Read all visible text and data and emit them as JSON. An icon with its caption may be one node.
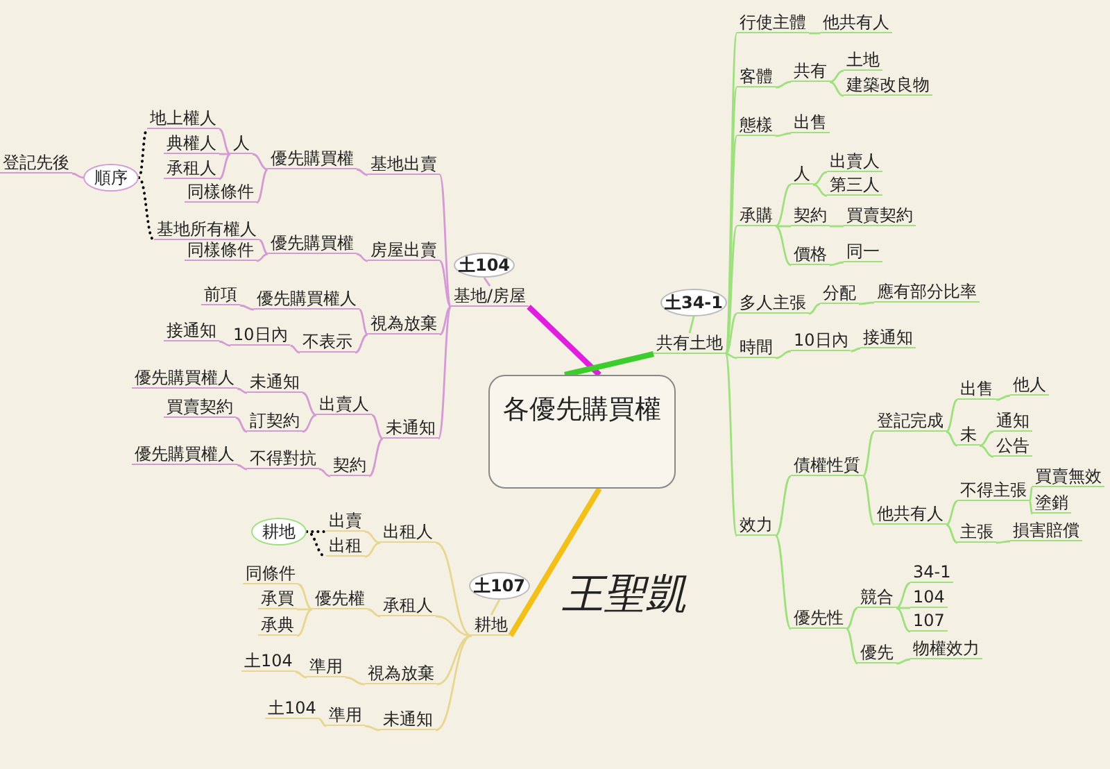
{
  "diagram": {
    "nodes": [
      {
        "text": [
          "各優先購買權"
        ]
      },
      {
        "text": [
          "基地/房屋"
        ]
      },
      {
        "text": [
          "土104"
        ]
      },
      {
        "text": [
          "基地出賣"
        ]
      },
      {
        "text": [
          "優先購買權"
        ]
      },
      {
        "text": [
          "人"
        ]
      },
      {
        "text": [
          "地上權人"
        ]
      },
      {
        "text": [
          "典權人"
        ]
      },
      {
        "text": [
          "承租人"
        ]
      },
      {
        "text": [
          "同樣條件"
        ]
      },
      {
        "text": [
          "房屋出賣"
        ]
      },
      {
        "text": [
          "優先購買權"
        ]
      },
      {
        "text": [
          "基地所有權人"
        ]
      },
      {
        "text": [
          "同樣條件"
        ]
      },
      {
        "text": [
          "視為放棄"
        ]
      },
      {
        "text": [
          "優先購買權人"
        ]
      },
      {
        "text": [
          "前項"
        ]
      },
      {
        "text": [
          "不表示"
        ]
      },
      {
        "text": [
          "10日內"
        ]
      },
      {
        "text": [
          "接通知"
        ]
      },
      {
        "text": [
          "未通知"
        ]
      },
      {
        "text": [
          "出賣人"
        ]
      },
      {
        "text": [
          "未通知"
        ]
      },
      {
        "text": [
          "優先購買權人"
        ]
      },
      {
        "text": [
          "訂契約"
        ]
      },
      {
        "text": [
          "買賣契約"
        ]
      },
      {
        "text": [
          "契約"
        ]
      },
      {
        "text": [
          "不得對抗"
        ]
      },
      {
        "text": [
          "優先購買權人"
        ]
      },
      {
        "text": [
          "順序"
        ]
      },
      {
        "text": [
          "登記先後"
        ]
      },
      {
        "text": [
          "耕地"
        ]
      },
      {
        "text": [
          "土107"
        ]
      },
      {
        "text": [
          "出租人"
        ]
      },
      {
        "text": [
          "出賣"
        ]
      },
      {
        "text": [
          "出租"
        ]
      },
      {
        "text": [
          "耕地"
        ]
      },
      {
        "text": [
          "承租人"
        ]
      },
      {
        "text": [
          "優先權"
        ]
      },
      {
        "text": [
          "同條件"
        ]
      },
      {
        "text": [
          "承買"
        ]
      },
      {
        "text": [
          "承典"
        ]
      },
      {
        "text": [
          "視為放棄"
        ]
      },
      {
        "text": [
          "準用"
        ]
      },
      {
        "text": [
          "土104"
        ]
      },
      {
        "text": [
          "未通知"
        ]
      },
      {
        "text": [
          "準用"
        ]
      },
      {
        "text": [
          "土104"
        ]
      },
      {
        "text": [
          "共有土地"
        ]
      },
      {
        "text": [
          "土34-1"
        ]
      },
      {
        "text": [
          "行使主體"
        ]
      },
      {
        "text": [
          "他共有人"
        ]
      },
      {
        "text": [
          "客體"
        ]
      },
      {
        "text": [
          "共有"
        ]
      },
      {
        "text": [
          "土地"
        ]
      },
      {
        "text": [
          "建築改良物"
        ]
      },
      {
        "text": [
          "態樣"
        ]
      },
      {
        "text": [
          "出售"
        ]
      },
      {
        "text": [
          "承購"
        ]
      },
      {
        "text": [
          "人"
        ]
      },
      {
        "text": [
          "出賣人"
        ]
      },
      {
        "text": [
          "第三人"
        ]
      },
      {
        "text": [
          "契約"
        ]
      },
      {
        "text": [
          "買賣契約"
        ]
      },
      {
        "text": [
          "價格"
        ]
      },
      {
        "text": [
          "同一"
        ]
      },
      {
        "text": [
          "多人主張"
        ]
      },
      {
        "text": [
          "分配"
        ]
      },
      {
        "text": [
          "應有部分比率"
        ]
      },
      {
        "text": [
          "時間"
        ]
      },
      {
        "text": [
          "10日內"
        ]
      },
      {
        "text": [
          "接通知"
        ]
      },
      {
        "text": [
          "效力"
        ]
      },
      {
        "text": [
          "債權性質"
        ]
      },
      {
        "text": [
          "登記完成"
        ]
      },
      {
        "text": [
          "出售"
        ]
      },
      {
        "text": [
          "他人"
        ]
      },
      {
        "text": [
          "未"
        ]
      },
      {
        "text": [
          "通知"
        ]
      },
      {
        "text": [
          "公告"
        ]
      },
      {
        "text": [
          "他共有人"
        ]
      },
      {
        "text": [
          "不得主張"
        ]
      },
      {
        "text": [
          "買賣無效"
        ]
      },
      {
        "text": [
          "塗銷"
        ]
      },
      {
        "text": [
          "主張"
        ]
      },
      {
        "text": [
          "損害賠償"
        ]
      },
      {
        "text": [
          "優先性"
        ]
      },
      {
        "text": [
          "競合"
        ]
      },
      {
        "text": [
          "34-1"
        ]
      },
      {
        "text": [
          "104"
        ]
      },
      {
        "text": [
          "107"
        ]
      },
      {
        "text": [
          "優先"
        ]
      },
      {
        "text": [
          "物權效力"
        ]
      }
    ],
    "edges": [
      {
        "from": 0,
        "to": 1,
        "arrow": "none",
        "style": "thick",
        "color": "#e01ee0"
      },
      {
        "from": 2,
        "to": 1,
        "arrow": "none",
        "color": "#d49ad4"
      },
      {
        "from": 1,
        "to": 3,
        "arrow": "none",
        "color": "#d49ad4"
      },
      {
        "from": 3,
        "to": 4,
        "arrow": "none",
        "color": "#d49ad4"
      },
      {
        "from": 4,
        "to": 5,
        "arrow": "none",
        "color": "#d49ad4"
      },
      {
        "from": 5,
        "to": 6,
        "arrow": "none",
        "color": "#d49ad4"
      },
      {
        "from": 5,
        "to": 7,
        "arrow": "none",
        "color": "#d49ad4"
      },
      {
        "from": 5,
        "to": 8,
        "arrow": "none",
        "color": "#d49ad4"
      },
      {
        "from": 4,
        "to": 9,
        "arrow": "none",
        "color": "#d49ad4"
      },
      {
        "from": 1,
        "to": 10,
        "arrow": "none",
        "color": "#d49ad4"
      },
      {
        "from": 10,
        "to": 11,
        "arrow": "none",
        "color": "#d49ad4"
      },
      {
        "from": 11,
        "to": 12,
        "arrow": "none",
        "color": "#d49ad4"
      },
      {
        "from": 11,
        "to": 13,
        "arrow": "none",
        "color": "#d49ad4"
      },
      {
        "from": 1,
        "to": 14,
        "arrow": "none",
        "color": "#d49ad4"
      },
      {
        "from": 14,
        "to": 15,
        "arrow": "none",
        "color": "#d49ad4"
      },
      {
        "from": 15,
        "to": 16,
        "arrow": "none",
        "color": "#d49ad4"
      },
      {
        "from": 14,
        "to": 17,
        "arrow": "none",
        "color": "#d49ad4"
      },
      {
        "from": 17,
        "to": 18,
        "arrow": "none",
        "color": "#d49ad4"
      },
      {
        "from": 18,
        "to": 19,
        "arrow": "none",
        "color": "#d49ad4"
      },
      {
        "from": 1,
        "to": 20,
        "arrow": "none",
        "color": "#d49ad4"
      },
      {
        "from": 20,
        "to": 21,
        "arrow": "none",
        "color": "#d49ad4"
      },
      {
        "from": 21,
        "to": 22,
        "arrow": "none",
        "color": "#d49ad4"
      },
      {
        "from": 22,
        "to": 23,
        "arrow": "none",
        "color": "#d49ad4"
      },
      {
        "from": 21,
        "to": 24,
        "arrow": "none",
        "color": "#d49ad4"
      },
      {
        "from": 24,
        "to": 25,
        "arrow": "none",
        "color": "#d49ad4"
      },
      {
        "from": 20,
        "to": 26,
        "arrow": "none",
        "color": "#d49ad4"
      },
      {
        "from": 26,
        "to": 27,
        "arrow": "none",
        "color": "#d49ad4"
      },
      {
        "from": 27,
        "to": 28,
        "arrow": "none",
        "color": "#d49ad4"
      },
      {
        "from": 29,
        "to": 6,
        "arrow": "none",
        "style": "dashed",
        "color": "#000000"
      },
      {
        "from": 29,
        "to": 12,
        "arrow": "none",
        "style": "dashed",
        "color": "#000000"
      },
      {
        "from": 29,
        "to": 30,
        "arrow": "none",
        "color": "#d49ad4"
      },
      {
        "from": 0,
        "to": 31,
        "arrow": "none",
        "style": "thick",
        "color": "#f2c018"
      },
      {
        "from": 32,
        "to": 31,
        "arrow": "none",
        "color": "#e8d690"
      },
      {
        "from": 31,
        "to": 33,
        "arrow": "none",
        "color": "#e8d690"
      },
      {
        "from": 33,
        "to": 34,
        "arrow": "none",
        "color": "#e8d690"
      },
      {
        "from": 33,
        "to": 35,
        "arrow": "none",
        "color": "#e8d690"
      },
      {
        "from": 36,
        "to": 34,
        "arrow": "none",
        "style": "dashed",
        "color": "#000000"
      },
      {
        "from": 36,
        "to": 35,
        "arrow": "none",
        "style": "dashed",
        "color": "#000000"
      },
      {
        "from": 31,
        "to": 37,
        "arrow": "none",
        "color": "#e8d690"
      },
      {
        "from": 37,
        "to": 38,
        "arrow": "none",
        "color": "#e8d690"
      },
      {
        "from": 38,
        "to": 39,
        "arrow": "none",
        "color": "#e8d690"
      },
      {
        "from": 38,
        "to": 40,
        "arrow": "none",
        "color": "#e8d690"
      },
      {
        "from": 38,
        "to": 41,
        "arrow": "none",
        "color": "#e8d690"
      },
      {
        "from": 31,
        "to": 42,
        "arrow": "none",
        "color": "#e8d690"
      },
      {
        "from": 42,
        "to": 43,
        "arrow": "none",
        "color": "#e8d690"
      },
      {
        "from": 43,
        "to": 44,
        "arrow": "none",
        "color": "#e8d690"
      },
      {
        "from": 31,
        "to": 45,
        "arrow": "none",
        "color": "#e8d690"
      },
      {
        "from": 45,
        "to": 46,
        "arrow": "none",
        "color": "#e8d690"
      },
      {
        "from": 46,
        "to": 47,
        "arrow": "none",
        "color": "#e8d690"
      },
      {
        "from": 0,
        "to": 48,
        "arrow": "none",
        "style": "thick",
        "color": "#3ccc2c"
      },
      {
        "from": 49,
        "to": 48,
        "arrow": "none"
      },
      {
        "from": 48,
        "to": 50,
        "arrow": "none"
      },
      {
        "from": 50,
        "to": 51,
        "arrow": "none"
      },
      {
        "from": 48,
        "to": 52,
        "arrow": "none"
      },
      {
        "from": 52,
        "to": 53,
        "arrow": "none"
      },
      {
        "from": 53,
        "to": 54,
        "arrow": "none"
      },
      {
        "from": 53,
        "to": 55,
        "arrow": "none"
      },
      {
        "from": 48,
        "to": 56,
        "arrow": "none"
      },
      {
        "from": 56,
        "to": 57,
        "arrow": "none"
      },
      {
        "from": 48,
        "to": 58,
        "arrow": "none"
      },
      {
        "from": 58,
        "to": 59,
        "arrow": "none"
      },
      {
        "from": 59,
        "to": 60,
        "arrow": "none"
      },
      {
        "from": 59,
        "to": 61,
        "arrow": "none"
      },
      {
        "from": 58,
        "to": 62,
        "arrow": "none"
      },
      {
        "from": 62,
        "to": 63,
        "arrow": "none"
      },
      {
        "from": 58,
        "to": 64,
        "arrow": "none"
      },
      {
        "from": 64,
        "to": 65,
        "arrow": "none"
      },
      {
        "from": 48,
        "to": 66,
        "arrow": "none"
      },
      {
        "from": 66,
        "to": 67,
        "arrow": "none"
      },
      {
        "from": 67,
        "to": 68,
        "arrow": "none"
      },
      {
        "from": 48,
        "to": 69,
        "arrow": "none"
      },
      {
        "from": 69,
        "to": 70,
        "arrow": "none"
      },
      {
        "from": 70,
        "to": 71,
        "arrow": "none"
      },
      {
        "from": 48,
        "to": 72,
        "arrow": "none"
      },
      {
        "from": 72,
        "to": 73,
        "arrow": "none"
      },
      {
        "from": 73,
        "to": 74,
        "arrow": "none"
      },
      {
        "from": 74,
        "to": 75,
        "arrow": "none"
      },
      {
        "from": 75,
        "to": 76,
        "arrow": "none"
      },
      {
        "from": 74,
        "to": 77,
        "arrow": "none"
      },
      {
        "from": 77,
        "to": 78,
        "arrow": "none"
      },
      {
        "from": 77,
        "to": 79,
        "arrow": "none"
      },
      {
        "from": 73,
        "to": 80,
        "arrow": "none"
      },
      {
        "from": 80,
        "to": 81,
        "arrow": "none"
      },
      {
        "from": 81,
        "to": 82,
        "arrow": "none"
      },
      {
        "from": 81,
        "to": 83,
        "arrow": "none"
      },
      {
        "from": 80,
        "to": 84,
        "arrow": "none"
      },
      {
        "from": 84,
        "to": 85,
        "arrow": "none"
      },
      {
        "from": 72,
        "to": 86,
        "arrow": "none"
      },
      {
        "from": 86,
        "to": 87,
        "arrow": "none"
      },
      {
        "from": 87,
        "to": 88,
        "arrow": "none"
      },
      {
        "from": 87,
        "to": 89,
        "arrow": "none"
      },
      {
        "from": 87,
        "to": 90,
        "arrow": "none"
      },
      {
        "from": 86,
        "to": 91,
        "arrow": "none"
      },
      {
        "from": 91,
        "to": 92,
        "arrow": "none"
      }
    ],
    "labels": [
      "王聖凱"
    ]
  }
}
